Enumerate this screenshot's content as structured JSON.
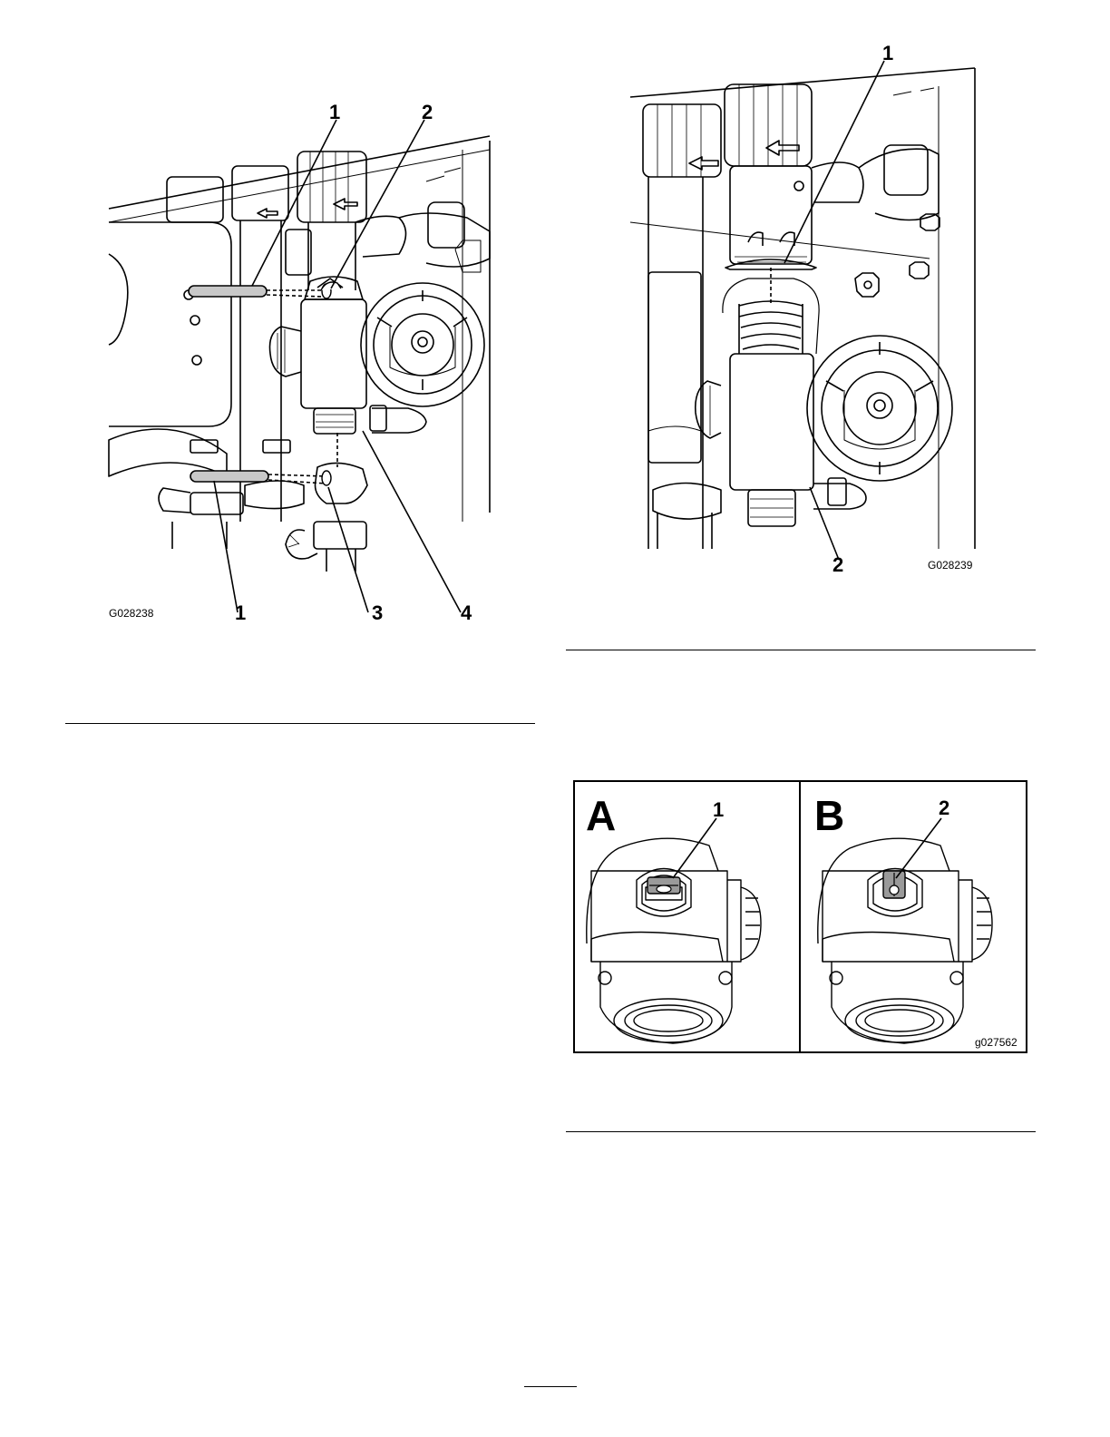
{
  "figure_left": {
    "callouts": [
      "1",
      "2",
      "1",
      "3",
      "4"
    ],
    "figure_id": "G028238"
  },
  "figure_right": {
    "callouts": [
      "1",
      "2"
    ],
    "figure_id": "G028239"
  },
  "figure_bottom": {
    "panels": [
      {
        "letter": "A",
        "callout": "1"
      },
      {
        "letter": "B",
        "callout": "2"
      }
    ],
    "figure_id": "g027562"
  }
}
